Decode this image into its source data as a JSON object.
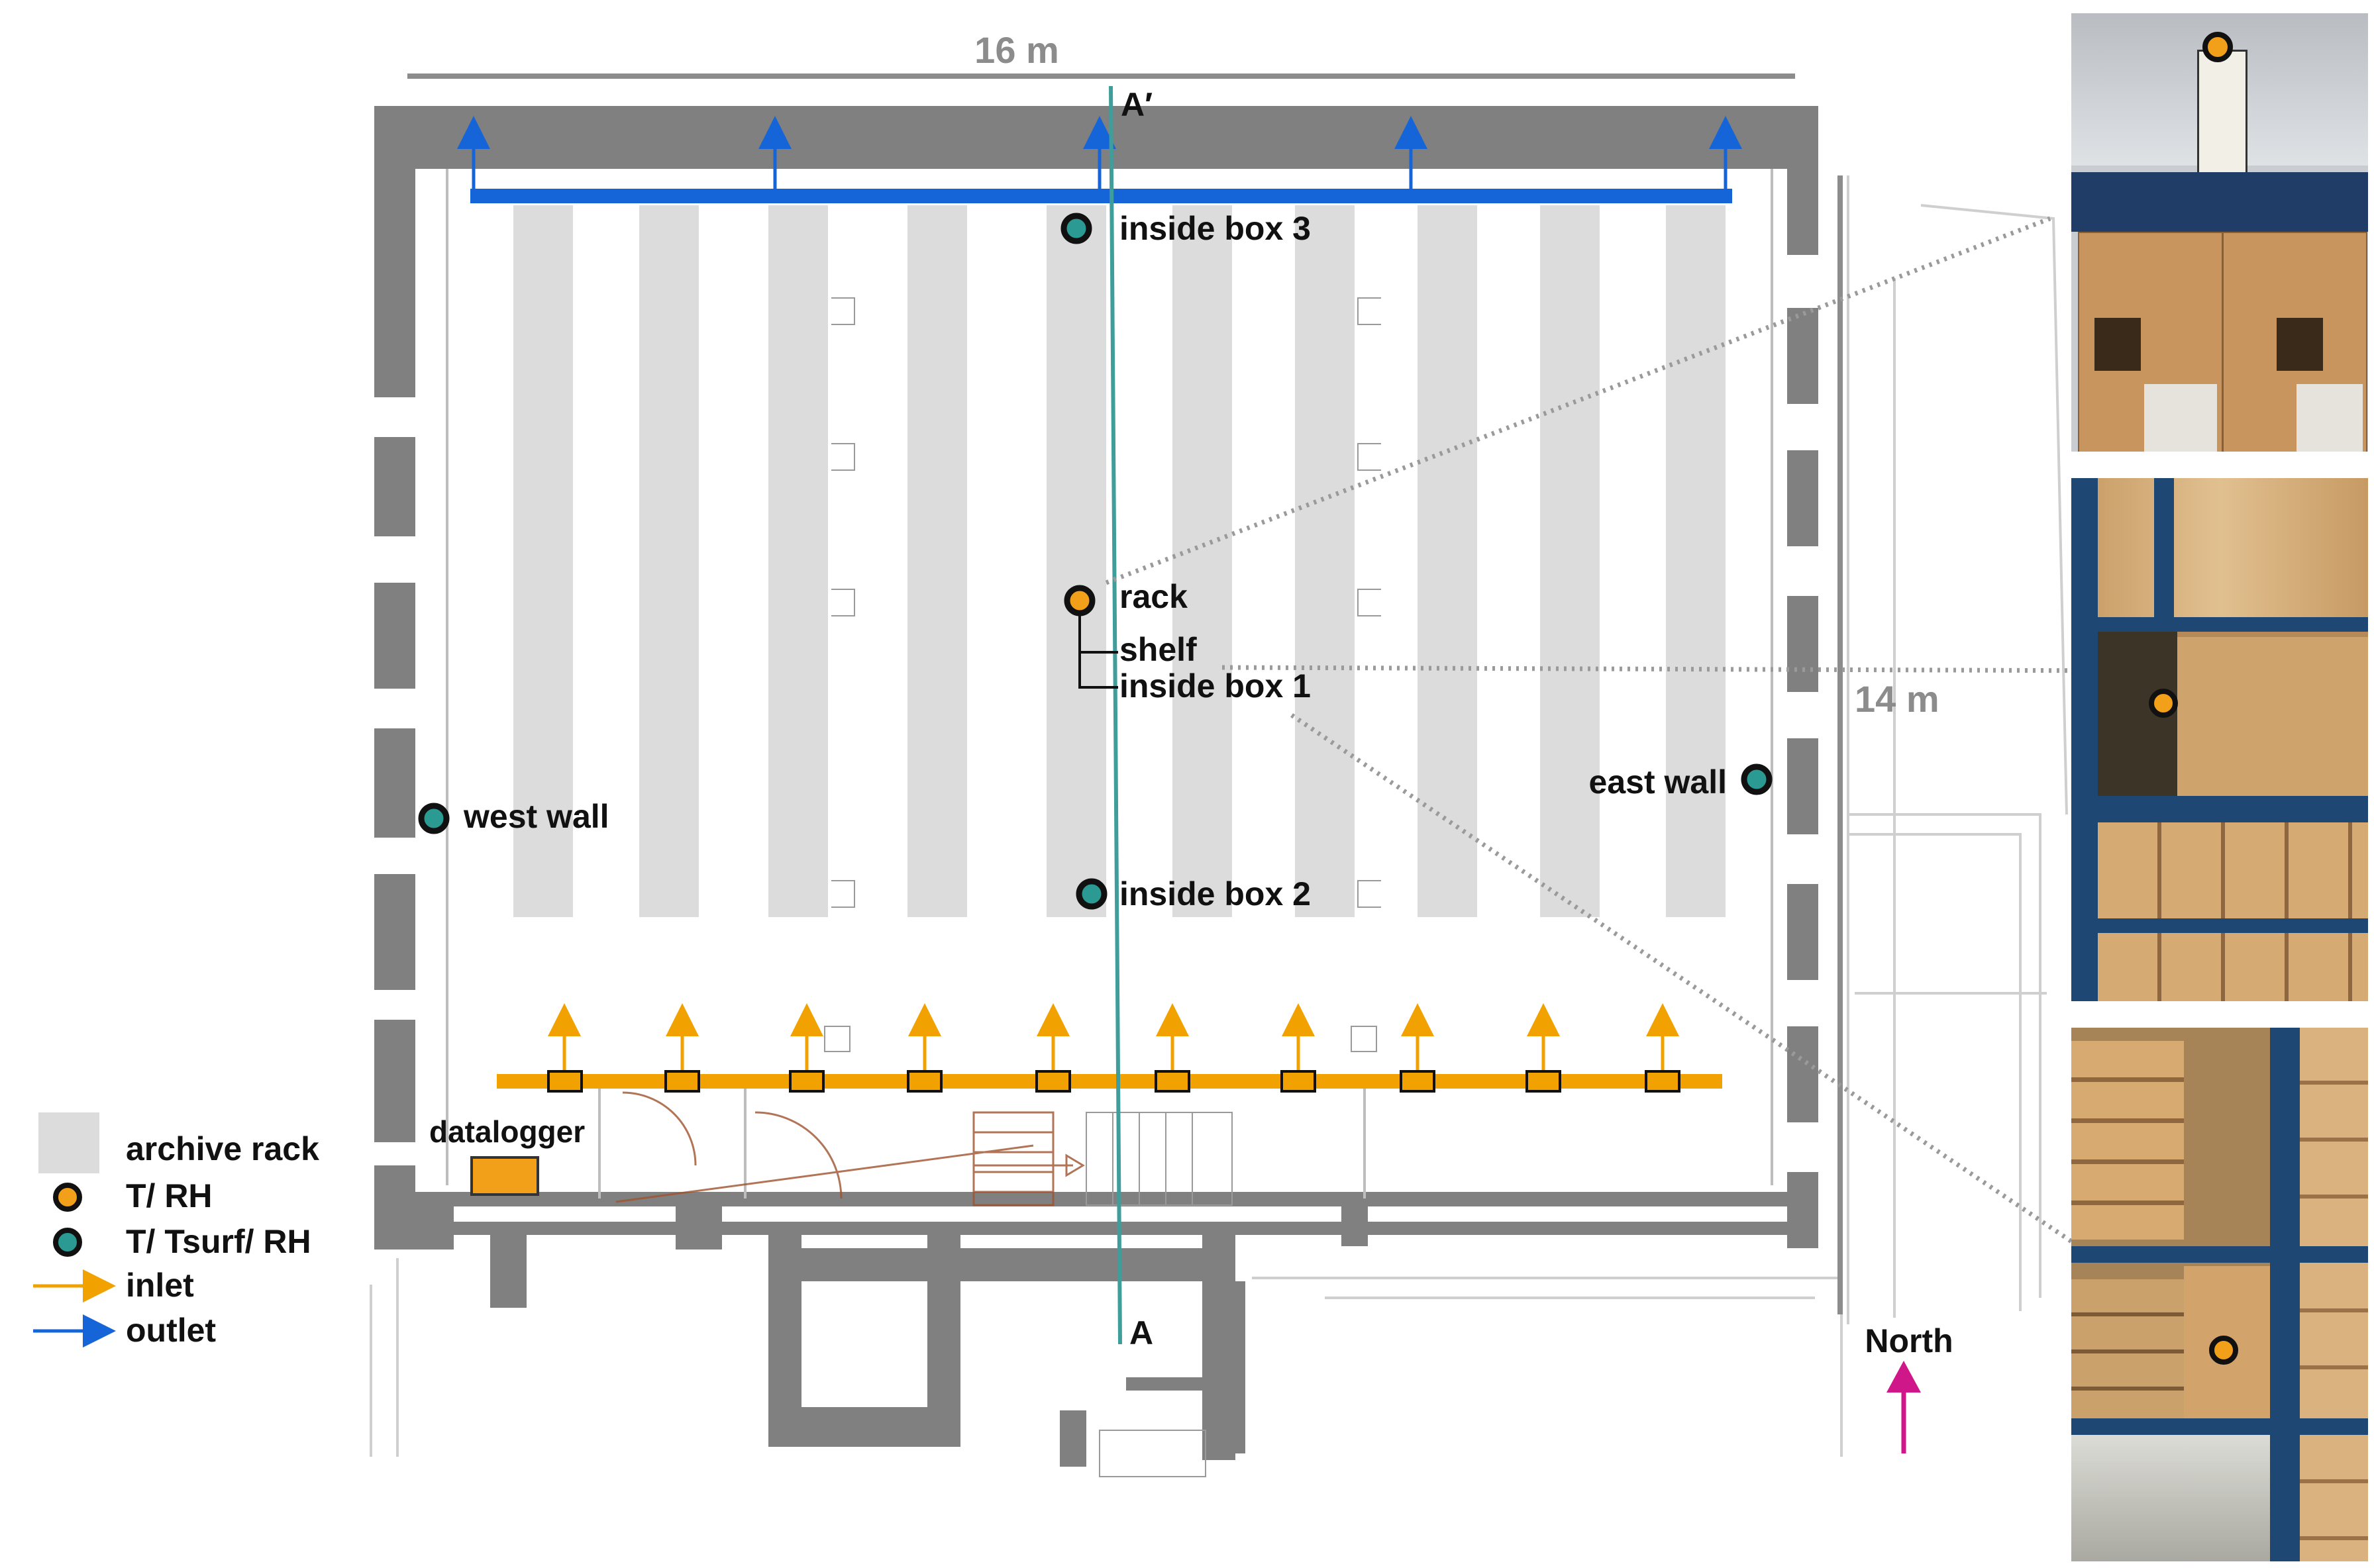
{
  "dimensions": {
    "width_label": "16 m",
    "depth_label": "14 m"
  },
  "section": {
    "top_label": "A′",
    "bottom_label": "A"
  },
  "north": {
    "label": "North",
    "color": "#d0178a"
  },
  "sensor_labels": {
    "box3": "inside box 3",
    "rack": "rack",
    "shelf": "shelf",
    "box1": "inside box 1",
    "box2": "inside box 2",
    "west": "west wall",
    "east": "east wall"
  },
  "datalogger_label": "datalogger",
  "legend": [
    {
      "key": "rack",
      "label": "archive rack",
      "color": "#dcdcdc"
    },
    {
      "key": "trh",
      "label": "T/ RH",
      "color": "#f29f1a"
    },
    {
      "key": "tsurf",
      "label": "T/ Tsurf/ RH",
      "color": "#2a9a93"
    },
    {
      "key": "inlet",
      "label": "inlet",
      "color": "#f2a200"
    },
    {
      "key": "outlet",
      "label": "outlet",
      "color": "#1565d8"
    }
  ],
  "colors": {
    "wall": "#808080",
    "rack": "#dcdcdc",
    "inlet": "#f2a200",
    "outlet": "#1565d8",
    "section_line": "#3f9e9b",
    "trh": "#f29f1a",
    "tsurf": "#2a9a93",
    "datalogger": "#f29f1a"
  }
}
